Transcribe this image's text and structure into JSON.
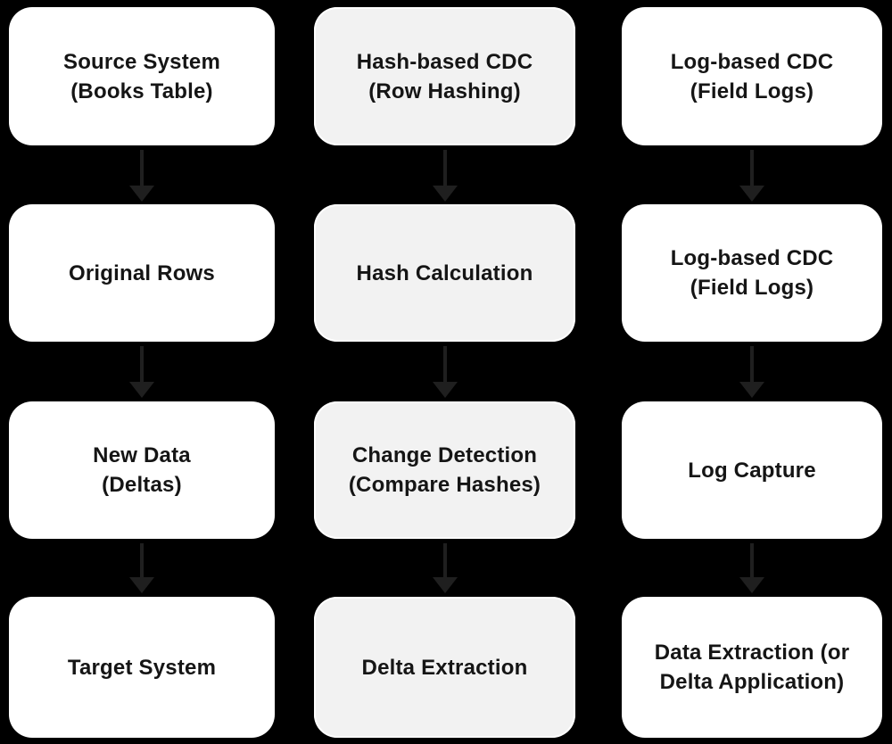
{
  "colors": {
    "background": "#000000",
    "node-fill": "#ffffff",
    "node-fill-alt": "#f2f2f2",
    "node-border-alt": "#ffffff",
    "text": "#151515",
    "arrow": "#1f1f1f"
  },
  "diagram": {
    "type": "flowchart",
    "columns": [
      {
        "name": "source-to-target-flow"
      },
      {
        "name": "hash-based-cdc-flow"
      },
      {
        "name": "log-based-cdc-flow"
      }
    ]
  },
  "nodes": [
    {
      "id": "source-system",
      "label": "Source System (Books Table)",
      "lines": [
        "Source System",
        "(Books Table)"
      ]
    },
    {
      "id": "hash-based-cdc",
      "label": "Hash-based CDC (Row Hashing)",
      "lines": [
        "Hash-based CDC",
        "(Row Hashing)"
      ]
    },
    {
      "id": "log-based-cdc-1",
      "label": "Log-based CDC (Field Logs)",
      "lines": [
        "Log-based CDC",
        "(Field Logs)"
      ]
    },
    {
      "id": "original-rows",
      "label": "Original Rows",
      "lines": [
        "Original Rows"
      ]
    },
    {
      "id": "hash-calculation",
      "label": "Hash Calculation",
      "lines": [
        "Hash Calculation"
      ]
    },
    {
      "id": "log-based-cdc-2",
      "label": "Log-based CDC (Field Logs)",
      "lines": [
        "Log-based CDC",
        "(Field Logs)"
      ]
    },
    {
      "id": "new-data",
      "label": "New Data (Deltas)",
      "lines": [
        "New Data",
        "(Deltas)"
      ]
    },
    {
      "id": "change-detection",
      "label": "Change Detection (Compare Hashes)",
      "lines": [
        "Change Detection",
        "(Compare Hashes)"
      ]
    },
    {
      "id": "log-capture",
      "label": "Log Capture",
      "lines": [
        "Log Capture"
      ]
    },
    {
      "id": "target-system",
      "label": "Target System",
      "lines": [
        "Target System"
      ]
    },
    {
      "id": "delta-extraction",
      "label": "Delta Extraction",
      "lines": [
        "Delta Extraction"
      ]
    },
    {
      "id": "data-extraction",
      "label": "Data Extraction (or Delta Application)",
      "lines": [
        "Data Extraction (or",
        "Delta Application)"
      ]
    }
  ]
}
